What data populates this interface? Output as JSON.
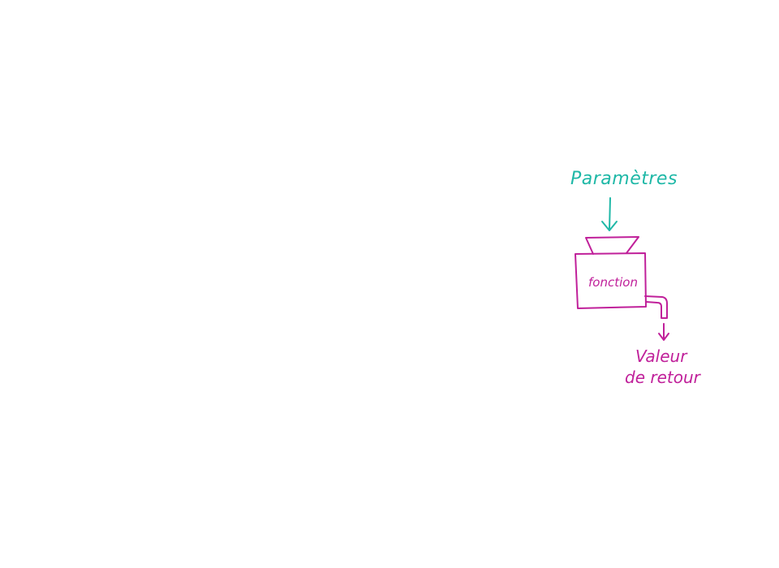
{
  "diagram": {
    "parameters_label": "Paramètres",
    "function_label": "fonction",
    "return_label_line1": "Valeur",
    "return_label_line2": "de retour"
  },
  "colors": {
    "input": "#1fb8a7",
    "function": "#c0209a"
  }
}
